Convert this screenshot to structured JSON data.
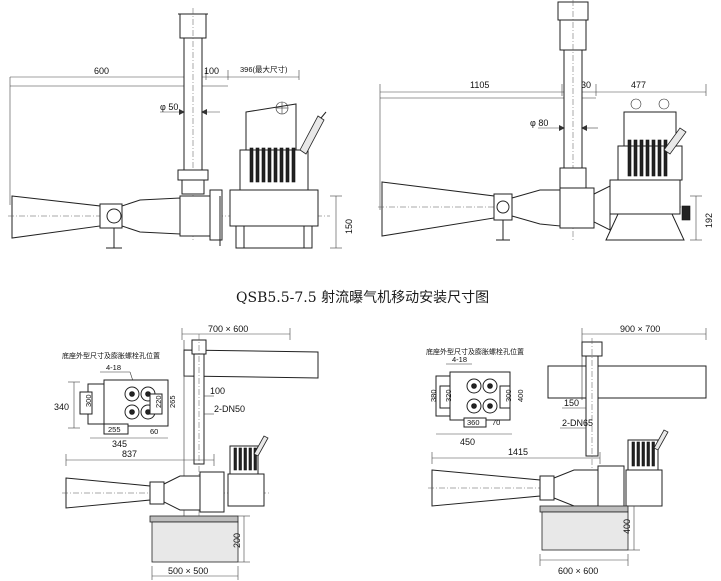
{
  "title": "QSB5.5-7.5 射流曝气机移动安装尺寸图",
  "diagram_tl": {
    "dim_jet_length": "600",
    "dim_pipe_offset": "100",
    "dim_motor_max": "396(最大尺寸)",
    "dim_pipe_dia": "φ 50",
    "dim_height": "150"
  },
  "diagram_tr": {
    "dim_jet_length": "1105",
    "dim_pipe_offset": "130",
    "dim_motor": "477",
    "dim_pipe_dia": "φ 80",
    "dim_height": "192"
  },
  "diagram_bl": {
    "base_note": "底座外型尺寸及膨胀螺栓孔位置",
    "holes": "4-18",
    "dim_340": "340",
    "dim_300": "300",
    "dim_220": "220",
    "dim_265": "265",
    "dim_255": "255",
    "dim_60": "60",
    "dim_345": "345",
    "dim_top": "700 × 600",
    "dim_100": "100",
    "outlet": "2-DN50",
    "dim_837": "837",
    "dim_200": "200",
    "dim_base": "500 × 500"
  },
  "diagram_br": {
    "base_note": "底座外型尺寸及膨胀螺栓孔位置",
    "holes": "4-18",
    "dim_380": "380",
    "dim_320": "320",
    "dim_300": "300",
    "dim_400": "400",
    "dim_360": "360",
    "dim_70": "70",
    "dim_450": "450",
    "dim_top": "900 × 700",
    "dim_150": "150",
    "outlet": "2-DN65",
    "dim_1415": "1415",
    "dim_400b": "400",
    "dim_base": "600 × 600"
  }
}
